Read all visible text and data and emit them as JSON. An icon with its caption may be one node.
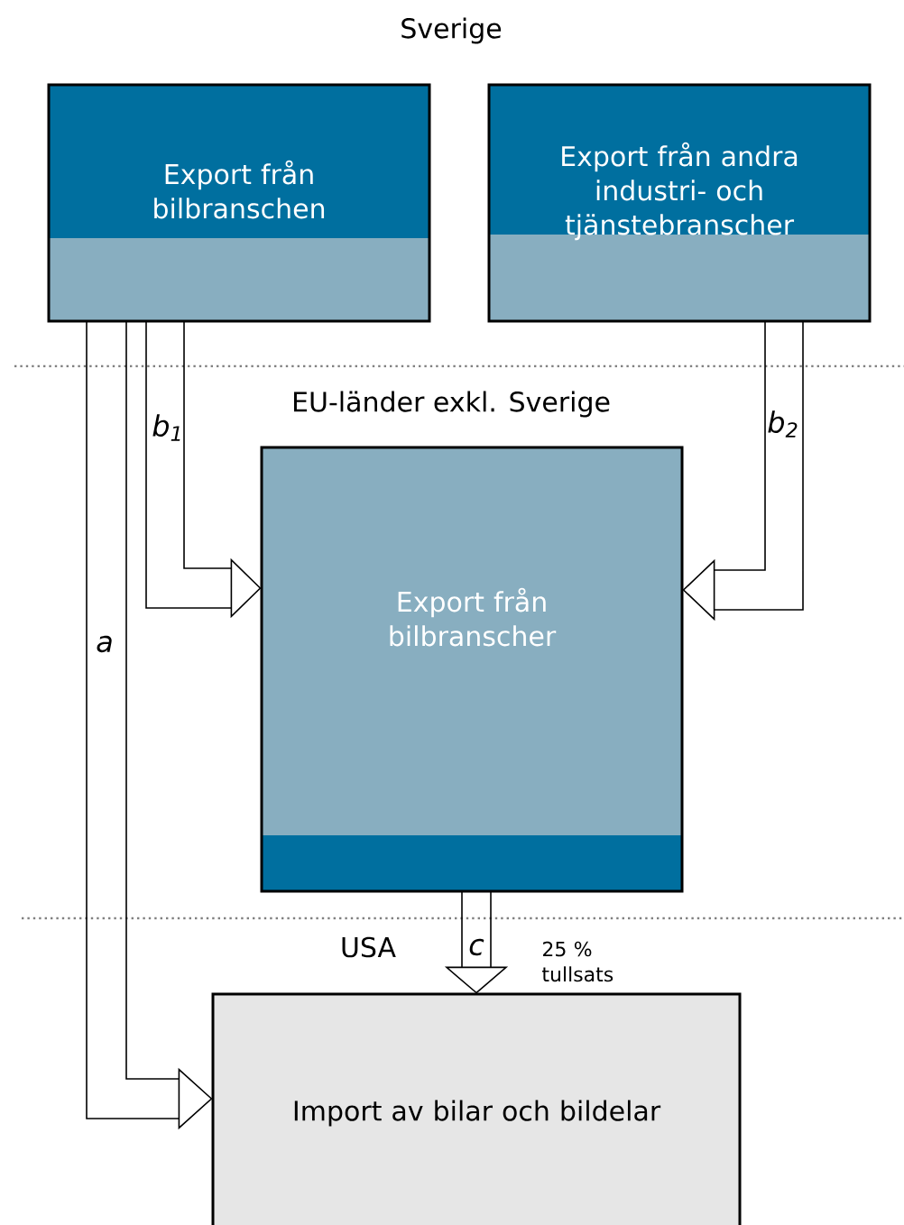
{
  "diagram": {
    "nodes": [
      {
        "text": [
          "Export från bilbranschen"
        ]
      },
      {
        "text": [
          "Export från andra industri- och tjänstebranscher"
        ]
      },
      {
        "text": [
          "Export från bilbranscher"
        ]
      },
      {
        "text": [
          "Import av bilar och bildelar"
        ]
      }
    ],
    "edges": [
      {
        "from": 0,
        "to": 3,
        "arrow": "to",
        "label": "a"
      },
      {
        "from": 0,
        "to": 2,
        "arrow": "to",
        "label": "b$_{1}$"
      },
      {
        "from": 1,
        "to": 2,
        "arrow": "to",
        "label": "b$_{2}$"
      },
      {
        "from": 2,
        "to": 3,
        "arrow": "to",
        "label": "c"
      }
    ],
    "labels": [
      "Sverige",
      "EU-länder exkl. Sverige",
      "USA",
      "25 % tullsats"
    ]
  }
}
